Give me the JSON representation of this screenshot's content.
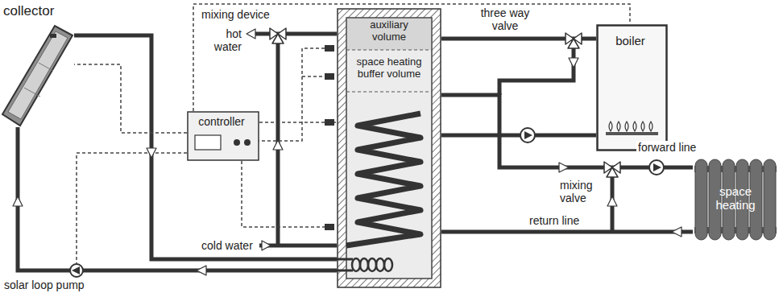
{
  "diagram": {
    "nodes": [
      {
        "text": [
          "collector"
        ]
      },
      {
        "text": [
          "controller"
        ]
      },
      {
        "text": [
          "auxiliary volume",
          "space heating buffer volume"
        ]
      },
      {
        "text": [
          "boiler"
        ]
      },
      {
        "text": [
          "space heating"
        ]
      }
    ],
    "edges": [
      {
        "from": 0,
        "to": 2,
        "arrow": "none"
      },
      {
        "from": 2,
        "to": 0,
        "arrow": "none"
      },
      {
        "from": 1,
        "to": 0,
        "arrow": "none"
      },
      {
        "from": 1,
        "to": 2,
        "arrow": "none"
      },
      {
        "from": 1,
        "to": 3,
        "arrow": "none"
      },
      {
        "from": 2,
        "to": 3,
        "arrow": "none"
      },
      {
        "from": 3,
        "to": 2,
        "arrow": "none"
      },
      {
        "from": 2,
        "to": 4,
        "label": "forward line",
        "arrow": "none"
      },
      {
        "from": 4,
        "to": 2,
        "label": "return line",
        "arrow": "none"
      }
    ],
    "labels": [
      "mixing device",
      "three way valve",
      "hot water",
      "cold water",
      "mixing valve",
      "solar loop pump"
    ]
  }
}
